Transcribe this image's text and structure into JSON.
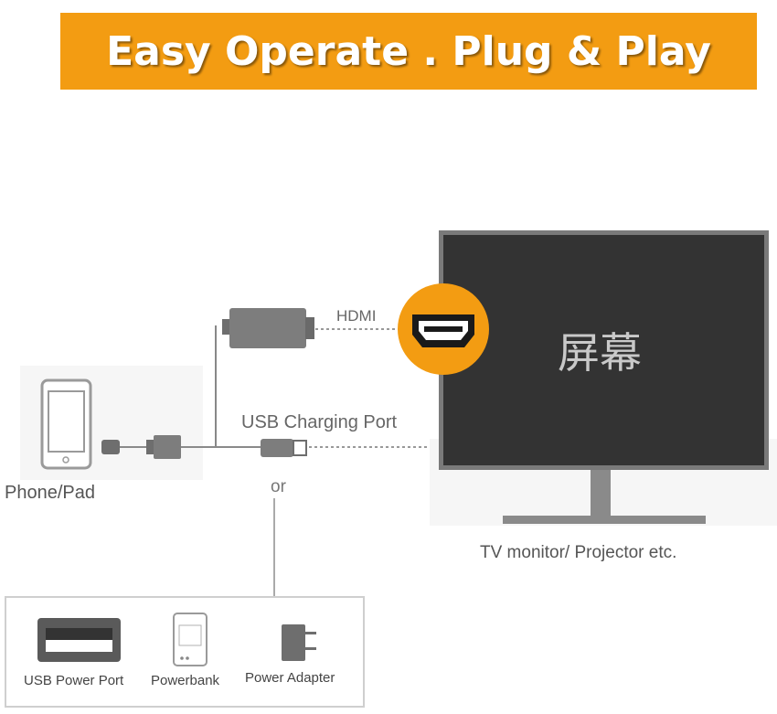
{
  "banner": {
    "title": "Easy Operate . Plug & Play",
    "color": "#f39c12"
  },
  "labels": {
    "hdmi": "HDMI",
    "usb_charging_port": "USB Charging Port",
    "or": "or",
    "phone_pad": "Phone/Pad",
    "tv_caption": "TV monitor/ Projector etc.",
    "screen": "屏幕"
  },
  "power_sources": {
    "usb_power_port": "USB Power Port",
    "powerbank": "Powerbank",
    "power_adapter": "Power Adapter"
  },
  "colors": {
    "accent": "#f39c12",
    "tv_screen": "#333333",
    "tv_frame": "#7a7a7a"
  }
}
